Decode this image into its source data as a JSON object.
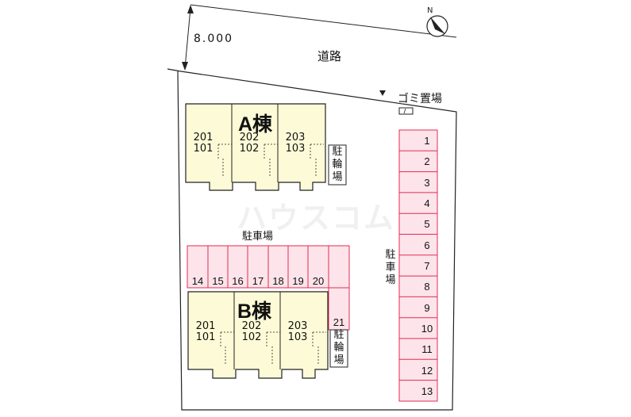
{
  "road": {
    "label": "道路",
    "setback": "8.000"
  },
  "garbage": {
    "label": "ゴミ置場"
  },
  "watermark": "ハウスコム",
  "building_a": {
    "title": "A棟",
    "units": [
      {
        "upper": "201",
        "lower": "101"
      },
      {
        "upper": "202",
        "lower": "102"
      },
      {
        "upper": "203",
        "lower": "103"
      }
    ]
  },
  "building_b": {
    "title": "B棟",
    "units": [
      {
        "upper": "201",
        "lower": "101"
      },
      {
        "upper": "202",
        "lower": "102"
      },
      {
        "upper": "203",
        "lower": "103"
      }
    ]
  },
  "bike_parking": {
    "chars": [
      "駐",
      "輪",
      "場"
    ]
  },
  "parking_right": {
    "chars": [
      "駐",
      "車",
      "場"
    ],
    "spaces": [
      "1",
      "2",
      "3",
      "4",
      "5",
      "6",
      "7",
      "8",
      "9",
      "10",
      "11",
      "12",
      "13"
    ]
  },
  "parking_middle": {
    "label": "駐車場",
    "spaces": [
      "14",
      "15",
      "16",
      "17",
      "18",
      "19",
      "20"
    ],
    "extra": "21"
  },
  "colors": {
    "building": "#fdfbd7",
    "parking_stroke": "#e32b52",
    "parking_fill": "#fde4ea"
  }
}
